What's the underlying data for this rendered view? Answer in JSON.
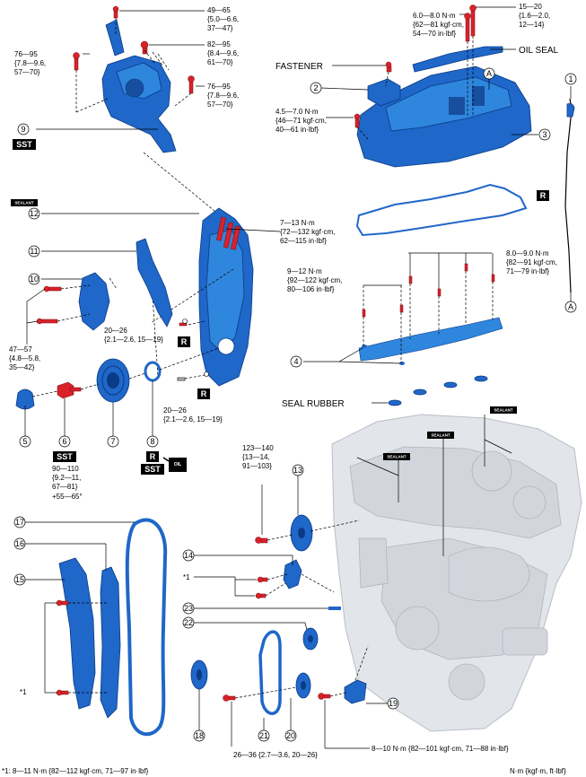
{
  "callouts": [
    "1",
    "2",
    "3",
    "4",
    "5",
    "6",
    "7",
    "8",
    "9",
    "10",
    "11",
    "12",
    "13",
    "14",
    "15",
    "16",
    "17",
    "18",
    "19",
    "20",
    "21",
    "22",
    "23"
  ],
  "ref_marks": {
    "a_top": "A",
    "a_bottom": "A"
  },
  "part_names": {
    "oil_seal": "OIL SEAL",
    "fastener": "FASTENER",
    "seal_rubber": "SEAL RUBBER"
  },
  "badges": {
    "sst": "SST",
    "r": "R",
    "sealant": "SEALANT",
    "oil": "OIL"
  },
  "torques": {
    "t_49_65": [
      "49—65",
      "{5.0—6.6,",
      "37—47}"
    ],
    "t_76_95_a": [
      "76—95",
      "{7.8—9.6,",
      "57—70}"
    ],
    "t_82_95": [
      "82—95",
      "{8.4—9.6,",
      "61—70}"
    ],
    "t_76_95_b": [
      "76—95",
      "{7.8—9.6,",
      "57—70}"
    ],
    "t_6_8": [
      "6.0—8.0 N·m",
      "{62—81 kgf·cm,",
      "54—70 in·lbf}"
    ],
    "t_15_20": [
      "15—20",
      "{1.6—2.0,",
      "12—14}"
    ],
    "t_45_70": [
      "4.5—7.0 N·m",
      "{46—71 kgf·cm,",
      "40—61 in·lbf}"
    ],
    "t_7_13": [
      "7—13 N·m",
      "{72—132 kgf·cm,",
      "62—115 in·lbf}"
    ],
    "t_8_9": [
      "8.0—9.0 N·m",
      "{82—91 kgf·cm,",
      "71—79 in·lbf}"
    ],
    "t_9_12": [
      "9—12 N·m",
      "{92—122 kgf·cm,",
      "80—106 in·lbf}"
    ],
    "t_20_26_a": [
      "20—26",
      "{2.1—2.6, 15—19}"
    ],
    "t_20_26_b": [
      "20—26",
      "{2.1—2.6, 15—19}"
    ],
    "t_47_57": [
      "47—57",
      "{4.8—5.8,",
      "35—42}"
    ],
    "t_90_110": [
      "90—110",
      "{9.2—11,",
      "67—81}",
      "+55—65°"
    ],
    "t_123_140": [
      "123—140",
      "{13—14,",
      "91—103}"
    ],
    "t_8_10": [
      "8—10 N·m {82—101 kgf·cm, 71—88 in·lbf}"
    ],
    "t_26_36": [
      "26—36 {2.7—3.6, 20—26}"
    ]
  },
  "star_mark": "*1",
  "footnote": "*1: 8—11 N·m {82—112 kgf·cm, 71—97 in·lbf}",
  "units_note": "N·m {kgf·m, ft·lbf}"
}
